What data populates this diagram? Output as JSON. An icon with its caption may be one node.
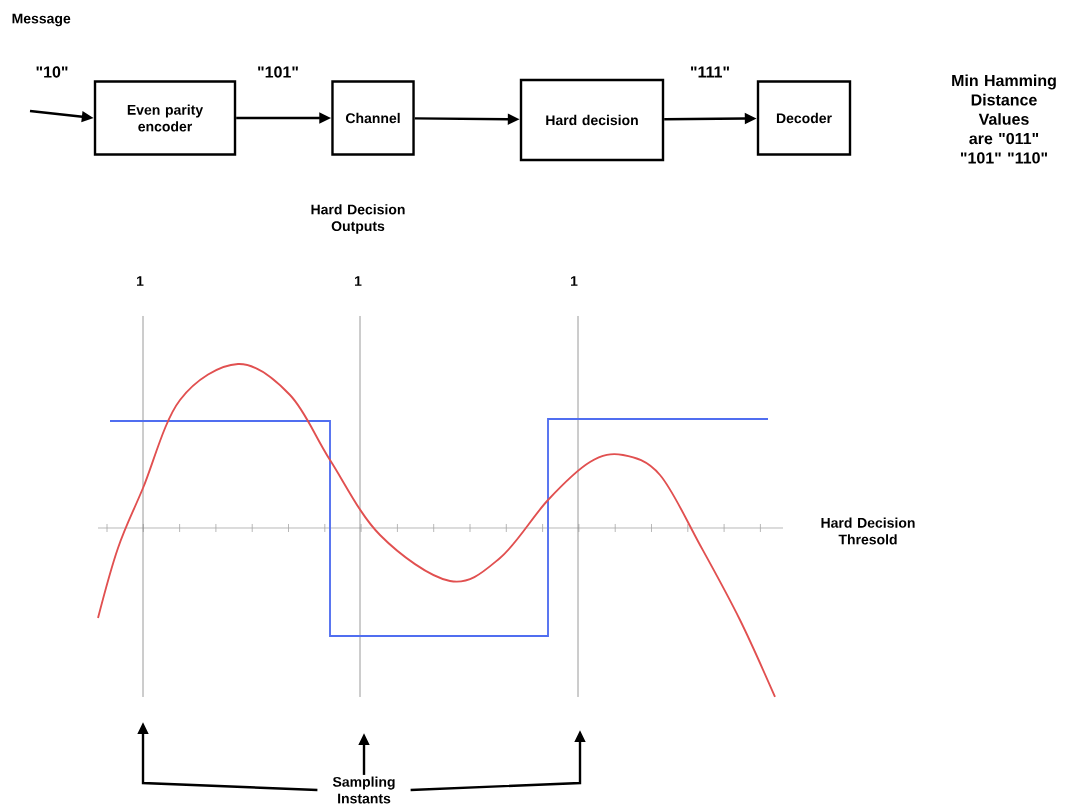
{
  "diagram": {
    "nodes": [
      {
        "text": [
          "Even parity encoder"
        ]
      },
      {
        "text": [
          "Channel"
        ]
      },
      {
        "text": [
          "Hard decision"
        ]
      },
      {
        "text": [
          "Decoder"
        ]
      },
      {
        "text": [
          "Sampling Instants"
        ]
      }
    ],
    "edges": [
      {
        "from": null,
        "to": 0,
        "arrow": "to",
        "label": "\"10\""
      },
      {
        "from": 0,
        "to": 1,
        "arrow": "to",
        "label": "\"101\""
      },
      {
        "from": 1,
        "to": 2,
        "arrow": "to"
      },
      {
        "from": 2,
        "to": 3,
        "arrow": "to",
        "label": "\"111\""
      },
      {
        "from": 4,
        "to": null,
        "arrow": "to"
      },
      {
        "from": 4,
        "to": null,
        "arrow": "to"
      },
      {
        "from": 4,
        "to": null,
        "arrow": "to"
      }
    ],
    "labels": [
      "Message",
      "Min Hamming Distance Values are \"011\" \"101\" \"110\"",
      "Hard Decision Outputs",
      "1",
      "1",
      "1",
      "Hard Decision Thresold"
    ]
  }
}
